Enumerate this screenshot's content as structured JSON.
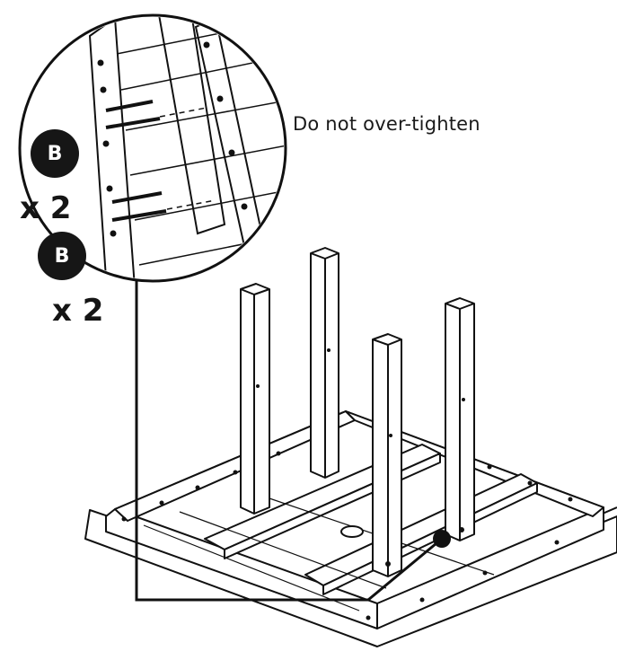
{
  "note": "Do not over-tighten",
  "callouts": [
    {
      "badge": "B",
      "quantity": "x 2"
    },
    {
      "badge": "B",
      "quantity": "x 2"
    }
  ],
  "colors": {
    "ink": "#161616",
    "paper": "#ffffff"
  }
}
